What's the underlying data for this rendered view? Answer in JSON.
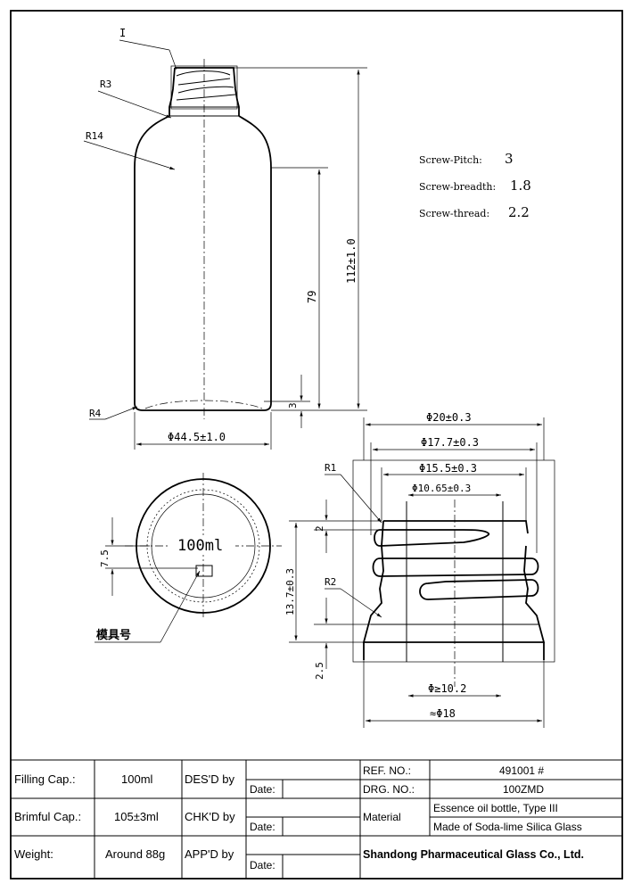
{
  "labels": {
    "detail_ref": "I",
    "r3": "R3",
    "r14": "R14",
    "r4": "R4",
    "r1": "R1",
    "r2": "R2",
    "mold_no": "模具号",
    "capacity_mark": "100ml"
  },
  "dimensions": {
    "total_height": "112±1.0",
    "shoulder_height": "79",
    "base_offset": "3",
    "body_dia": "Φ44.5±1.0",
    "finish_outer": "Φ20±0.3",
    "thread_outer": "Φ17.7±0.3",
    "thread_root": "Φ15.5±0.3",
    "bore": "Φ10.65±0.3",
    "bore_min": "Φ≥10.2",
    "bead_dia": "≈Φ18",
    "finish_height": "13.7±0.3",
    "thread_start": "2",
    "mark_offset": "7.5",
    "bead_height": "2.5"
  },
  "screw_specs": [
    {
      "label": "Screw-Pitch:",
      "value": "3"
    },
    {
      "label": "Screw-breadth:",
      "value": "1.8"
    },
    {
      "label": "Screw-thread:",
      "value": "2.2"
    }
  ],
  "title_block": {
    "filling_cap_label": "Filling Cap.:",
    "filling_cap_value": "100ml",
    "brimful_cap_label": "Brimful Cap.:",
    "brimful_cap_value": "105±3ml",
    "weight_label": "Weight:",
    "weight_value": "Around 88g",
    "des_label": "DES'D by",
    "chk_label": "CHK'D by",
    "app_label": "APP'D by",
    "date_label": "Date:",
    "ref_label": "REF. NO.:",
    "ref_value": "491001 #",
    "drg_label": "DRG. NO.:",
    "drg_value": "100ZMD",
    "material_label": "Material",
    "material_line1": "Essence oil bottle, Type III",
    "material_line2": "Made of Soda-lime Silica Glass",
    "company": "Shandong Pharmaceutical Glass Co., Ltd."
  }
}
